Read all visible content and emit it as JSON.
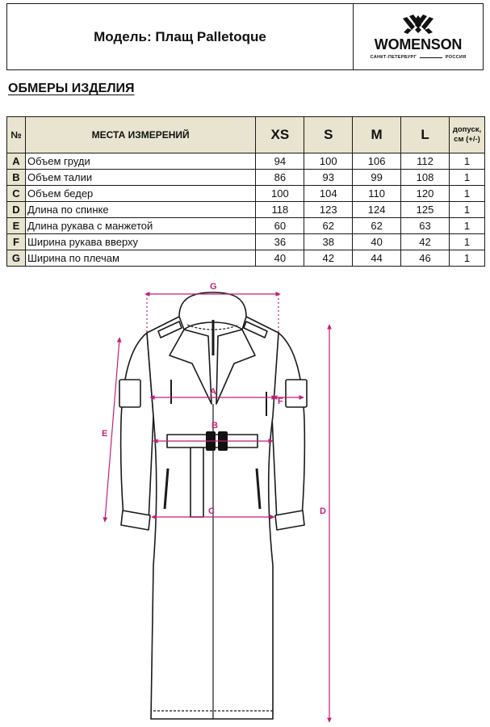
{
  "header": {
    "model_title": "Модель: Плащ Palletoque",
    "brand": "WOMENSON",
    "tagline_left": "САНКТ-ПЕТЕРБУРГ",
    "tagline_right": "РОССИЯ"
  },
  "section_title": "ОБМЕРЫ ИЗДЕЛИЯ",
  "table": {
    "headers": {
      "code": "№",
      "place": "МЕСТА ИЗМЕРЕНИЙ",
      "sizes": [
        "XS",
        "S",
        "M",
        "L"
      ],
      "tolerance_line1": "допуск,",
      "tolerance_line2": "см (+/-)"
    },
    "rows": [
      {
        "code": "A",
        "place": "Объем груди",
        "values": [
          "94",
          "100",
          "106",
          "112"
        ],
        "tol": "1"
      },
      {
        "code": "B",
        "place": "Объем талии",
        "values": [
          "86",
          "93",
          "99",
          "108"
        ],
        "tol": "1"
      },
      {
        "code": "C",
        "place": "Объем бедер",
        "values": [
          "100",
          "104",
          "110",
          "120"
        ],
        "tol": "1"
      },
      {
        "code": "D",
        "place": "Длина по спинке",
        "values": [
          "118",
          "123",
          "124",
          "125"
        ],
        "tol": "1"
      },
      {
        "code": "E",
        "place": "Длина рукава с манжетой",
        "values": [
          "60",
          "62",
          "62",
          "63"
        ],
        "tol": "1"
      },
      {
        "code": "F",
        "place": "Ширина рукава вверху",
        "values": [
          "36",
          "38",
          "40",
          "42"
        ],
        "tol": "1"
      },
      {
        "code": "G",
        "place": "Ширина по плечам",
        "values": [
          "40",
          "42",
          "44",
          "46"
        ],
        "tol": "1"
      }
    ]
  },
  "sketch": {
    "labels": {
      "A": "A",
      "B": "B",
      "C": "C",
      "D": "D",
      "E": "E",
      "F": "F",
      "G": "G"
    },
    "accent_color": "#c41e7a"
  }
}
